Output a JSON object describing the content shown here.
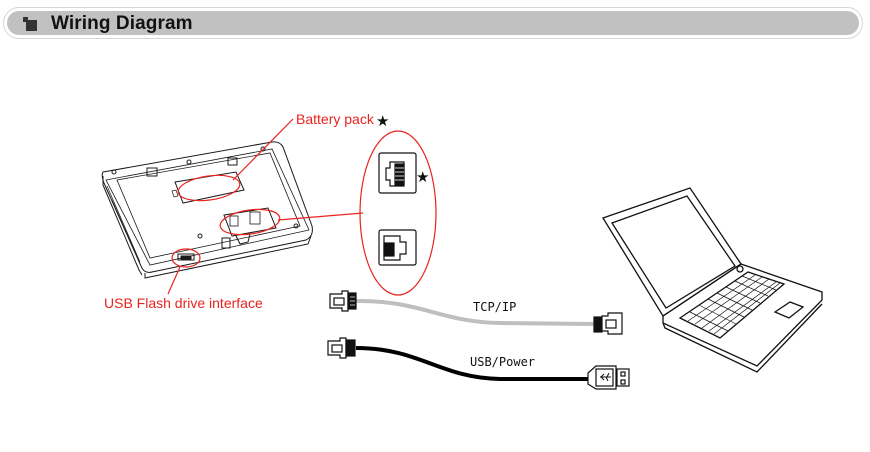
{
  "header": {
    "title": "Wiring Diagram",
    "icon": "section-square-icon"
  },
  "labels": {
    "battery_pack": "Battery pack",
    "battery_pack_marker": "★",
    "usb_flash_drive": "USB Flash drive interface",
    "port_marker": "★"
  },
  "cables": {
    "tcpip": {
      "label": "TCP/IP",
      "color": "#bfbfbf"
    },
    "usb_power": {
      "label": "USB/Power",
      "color": "#000000"
    }
  },
  "colors": {
    "annotation": "#e8241f",
    "header_bg": "#c0c1c0",
    "line": "#111111"
  }
}
